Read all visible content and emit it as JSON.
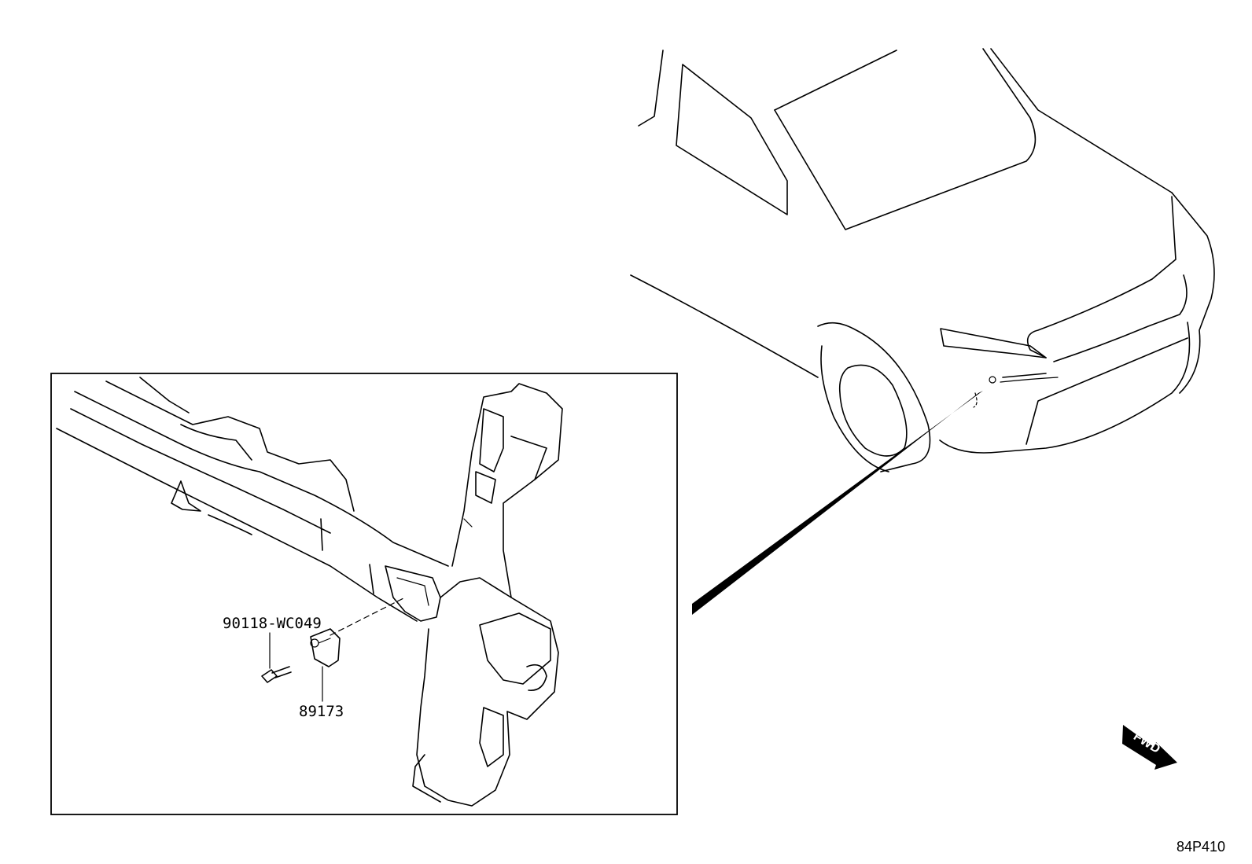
{
  "parts": [
    {
      "part_number": "90118-WC049"
    },
    {
      "part_number": "89173"
    }
  ],
  "direction_arrow": {
    "label": "FWD"
  },
  "illustration_code": "84P410",
  "icons": [
    "fwd-arrow-icon"
  ],
  "colors": {
    "line": "#000000",
    "background": "#ffffff"
  }
}
